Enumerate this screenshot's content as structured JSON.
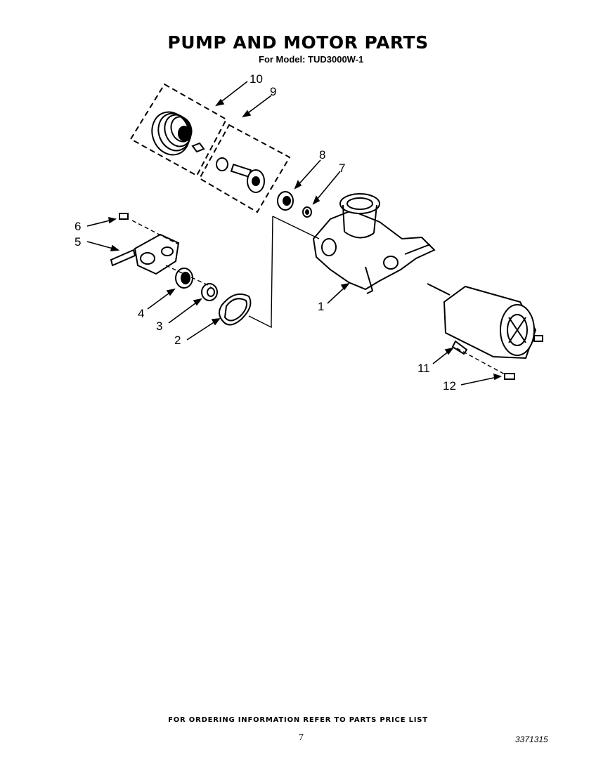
{
  "header": {
    "title": "PUMP AND MOTOR PARTS",
    "subtitle": "For Model: TUD3000W-1"
  },
  "callouts": [
    "1",
    "2",
    "3",
    "4",
    "5",
    "6",
    "7",
    "8",
    "9",
    "10",
    "11",
    "12"
  ],
  "footer": {
    "ordering_note": "FOR ORDERING INFORMATION REFER TO PARTS PRICE LIST",
    "page_number": "7",
    "document_number": "3371315"
  }
}
